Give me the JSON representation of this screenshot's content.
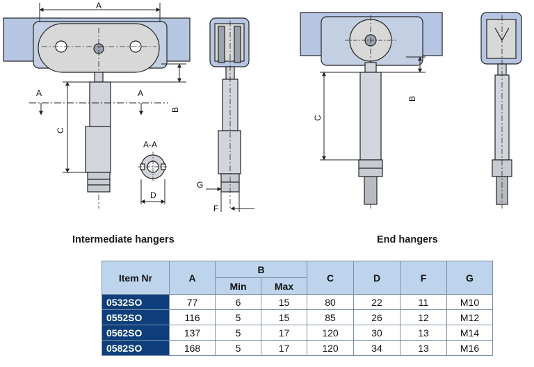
{
  "drawing": {
    "labels": {
      "dim_a_top": "A",
      "section_a_left": "A",
      "section_a_right": "A",
      "dim_b_left": "B",
      "dim_c_left": "C",
      "section_title": "A-A",
      "dim_d": "D",
      "dim_g": "G",
      "dim_f": "F",
      "dim_c_right": "C",
      "dim_b_right": "B"
    }
  },
  "captions": {
    "intermediate": "Intermediate hangers",
    "end": "End hangers"
  },
  "table": {
    "headers": {
      "item": "Item Nr",
      "a": "A",
      "b": "B",
      "b_min": "Min",
      "b_max": "Max",
      "c": "C",
      "d": "D",
      "f": "F",
      "g": "G"
    },
    "rows": [
      {
        "item": "0532SO",
        "a": "77",
        "b_min": "6",
        "b_max": "15",
        "c": "80",
        "d": "22",
        "f": "11",
        "g": "M10"
      },
      {
        "item": "0552SO",
        "a": "116",
        "b_min": "5",
        "b_max": "15",
        "c": "85",
        "d": "26",
        "f": "12",
        "g": "M12"
      },
      {
        "item": "0562SO",
        "a": "137",
        "b_min": "5",
        "b_max": "17",
        "c": "120",
        "d": "30",
        "f": "13",
        "g": "M14"
      },
      {
        "item": "0582SO",
        "a": "168",
        "b_min": "5",
        "b_max": "17",
        "c": "120",
        "d": "34",
        "f": "13",
        "g": "M16"
      }
    ]
  },
  "colors": {
    "track": "#b6c6e2",
    "steel": "#d2d6dc",
    "outline": "#222222",
    "header_bg": "#bdd4ec",
    "item_bg": "#0e3f7c"
  }
}
